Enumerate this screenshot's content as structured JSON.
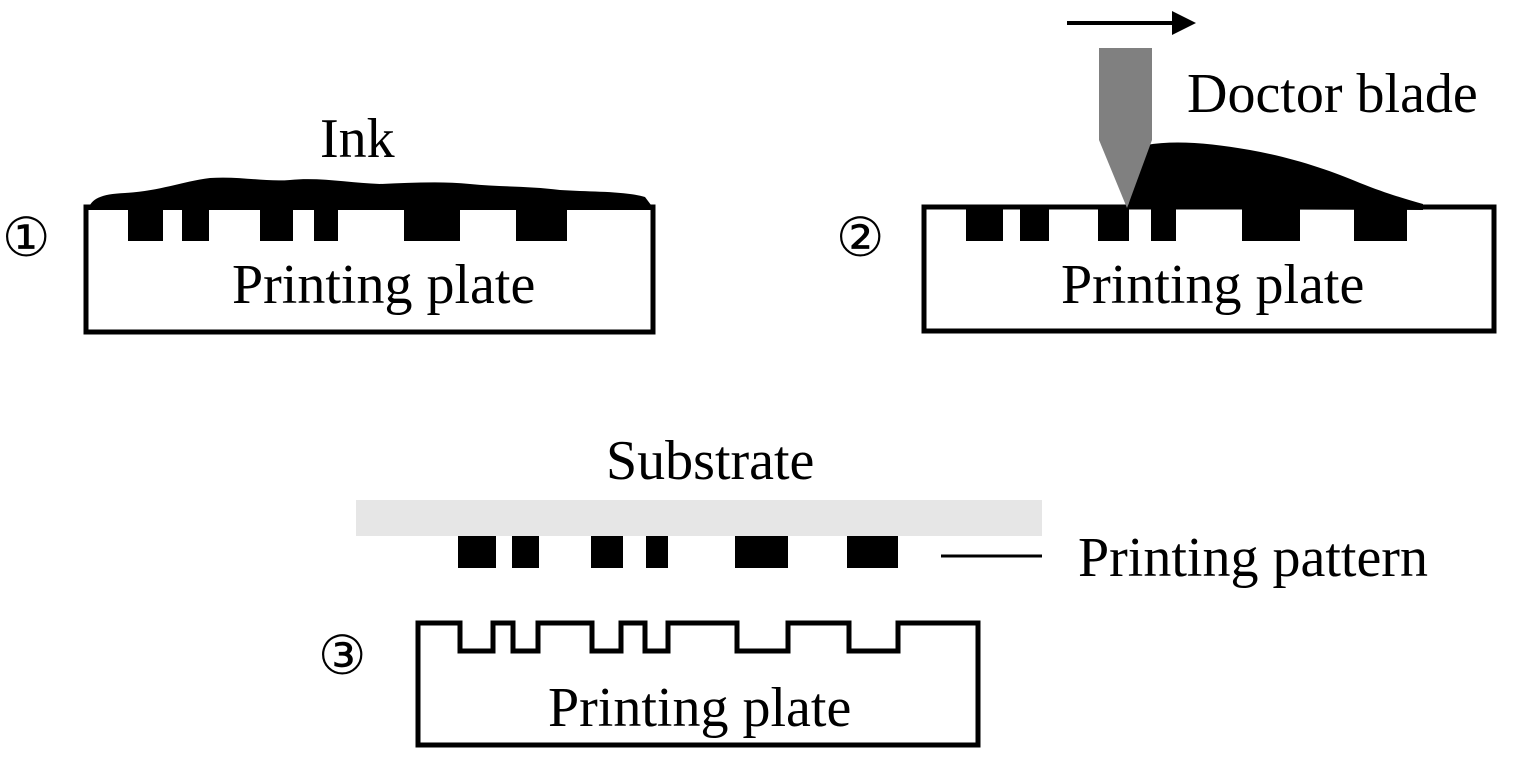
{
  "steps": [
    {
      "marker": "①",
      "labels": {
        "ink": "Ink",
        "plate": "Printing plate"
      }
    },
    {
      "marker": "②",
      "labels": {
        "blade": "Doctor blade",
        "plate": "Printing plate"
      }
    },
    {
      "marker": "③",
      "labels": {
        "substrate": "Substrate",
        "pattern": "Printing pattern",
        "plate": "Printing plate"
      }
    }
  ],
  "colors": {
    "ink": "#000000",
    "blade": "#808080",
    "substrate": "#e6e6e6",
    "plate_stroke": "#000000",
    "plate_fill": "#ffffff"
  }
}
